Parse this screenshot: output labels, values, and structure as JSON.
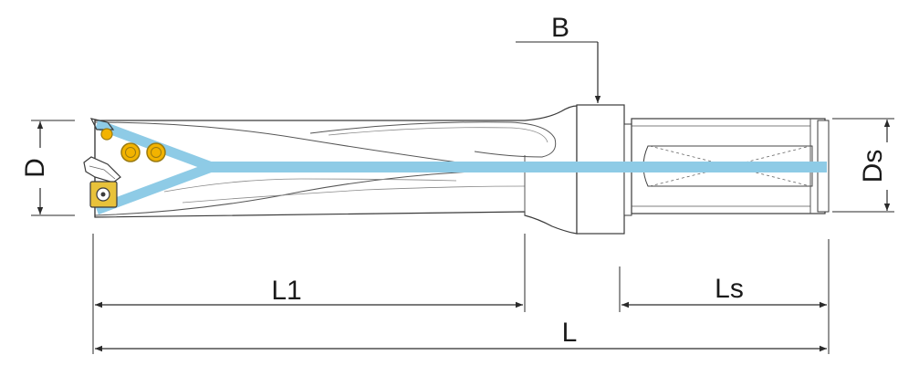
{
  "labels": {
    "D": "D",
    "B": "B",
    "Ds": "Ds",
    "L1": "L1",
    "Ls": "Ls",
    "L": "L"
  },
  "colors": {
    "coolant": "#8ecbe6",
    "insert_screw": "#f2b300",
    "insert_screw_ring": "#9a7a10",
    "insert_body": "#e8c23a",
    "outline": "#3a3a3a",
    "body_fill": "#ffffff",
    "dimension_line": "#2a2a2a"
  }
}
